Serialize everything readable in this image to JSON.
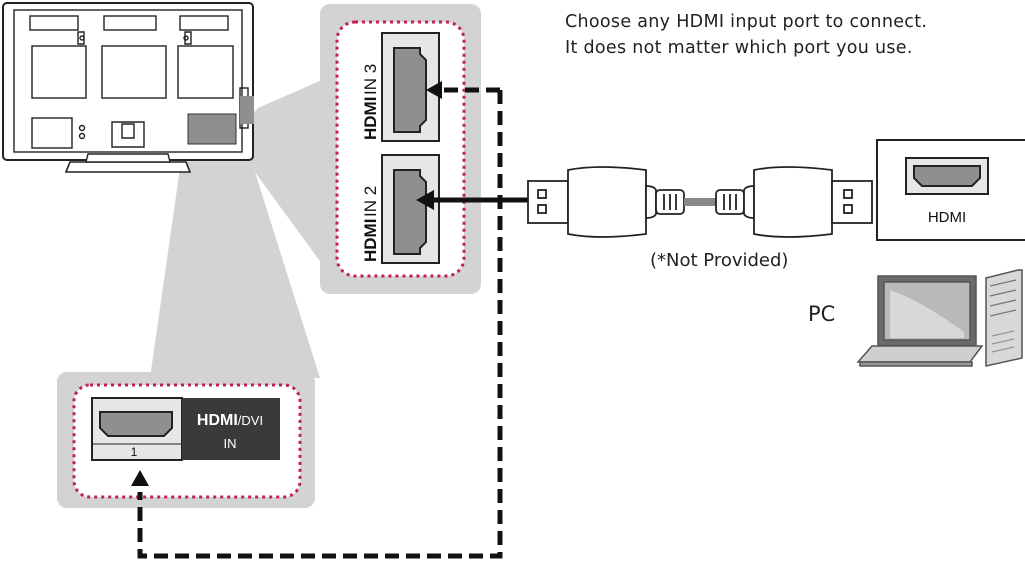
{
  "instructions": {
    "line1": "Choose any HDMI input port to connect.",
    "line2": "It does not matter which port you use."
  },
  "side_panel": {
    "port_upper_label": "IN 3",
    "port_lower_label": "IN 2",
    "logo_text": "HDMI"
  },
  "rear_panel": {
    "logo_text": "HDMI",
    "suffix": "/DVI",
    "in_label": "IN",
    "port_number": "1"
  },
  "cable": {
    "note": "(*Not Provided)"
  },
  "pc": {
    "label": "PC",
    "port_label": "HDMI"
  },
  "colors": {
    "panel_gray": "#d3d3d3",
    "accent_dots": "#c0205a",
    "port_face": "#8f8f8f",
    "dark_label_bg": "#3a3a3a"
  },
  "icons": [
    "tv-back-icon",
    "hdmi-cable-icon",
    "laptop-icon",
    "desktop-tower-icon"
  ]
}
